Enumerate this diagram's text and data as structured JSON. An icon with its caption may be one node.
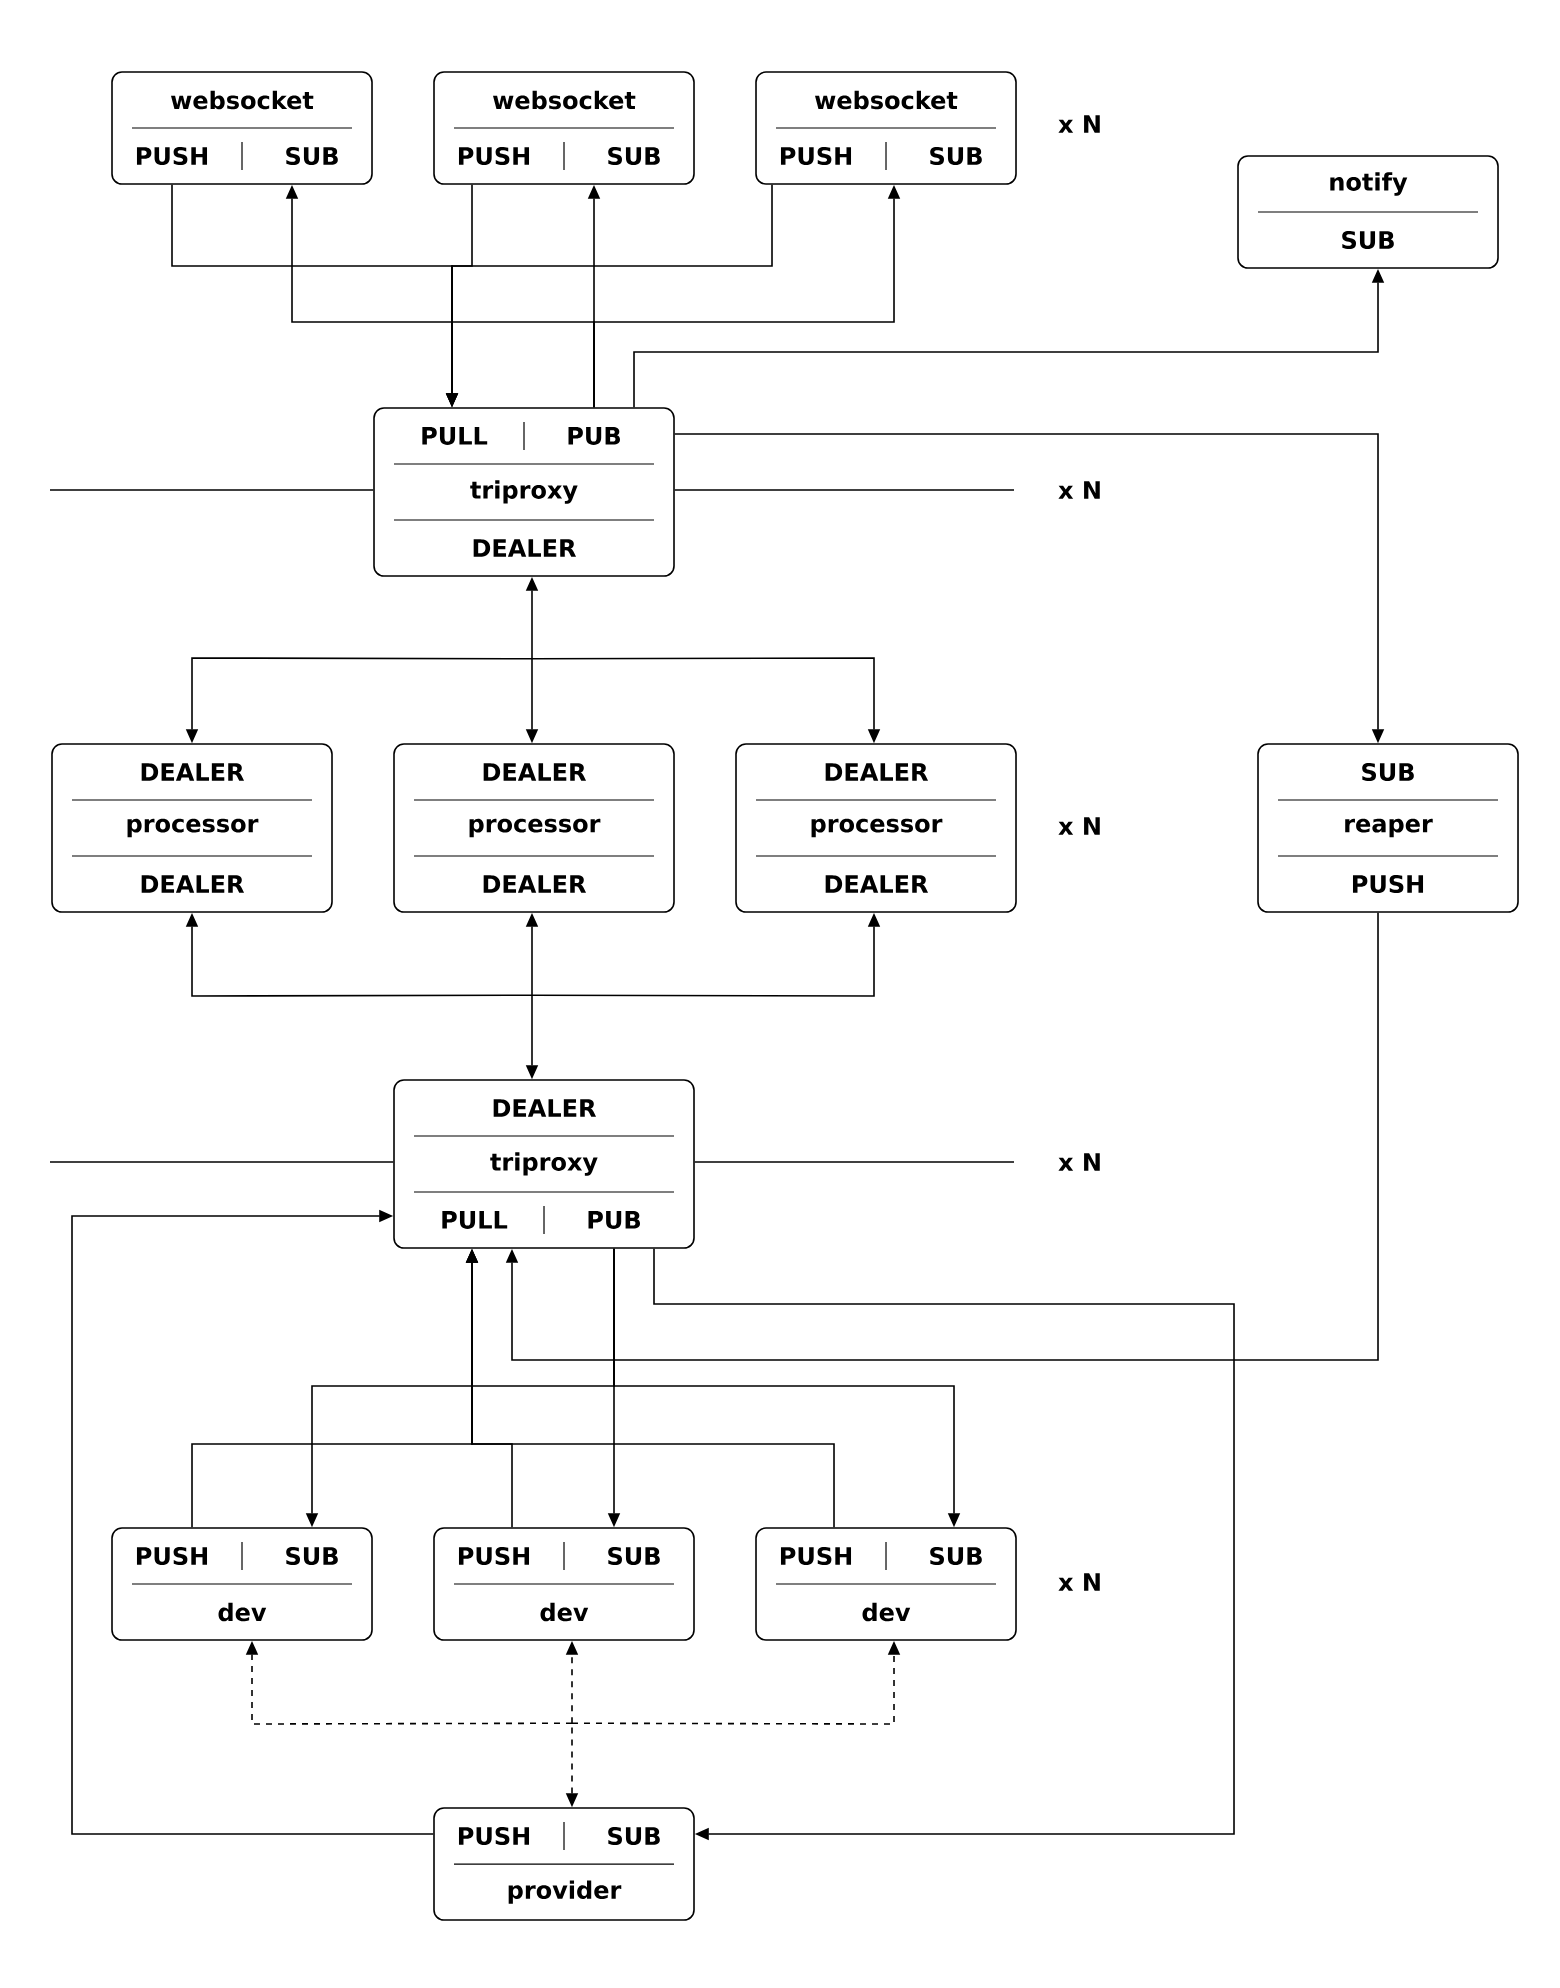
{
  "diagram": {
    "nodes": [
      {
        "text": [
          "websocket",
          "PUSH",
          "SUB"
        ]
      },
      {
        "text": [
          "websocket",
          "PUSH",
          "SUB"
        ]
      },
      {
        "text": [
          "websocket",
          "PUSH",
          "SUB"
        ]
      },
      {
        "text": [
          "notify",
          "SUB"
        ]
      },
      {
        "text": [
          "PULL",
          "PUB",
          "triproxy",
          "DEALER"
        ]
      },
      {
        "text": [
          "DEALER",
          "processor",
          "DEALER"
        ]
      },
      {
        "text": [
          "DEALER",
          "processor",
          "DEALER"
        ]
      },
      {
        "text": [
          "DEALER",
          "processor",
          "DEALER"
        ]
      },
      {
        "text": [
          "SUB",
          "reaper",
          "PUSH"
        ]
      },
      {
        "text": [
          "DEALER",
          "triproxy",
          "PULL",
          "PUB"
        ]
      },
      {
        "text": [
          "PUSH",
          "SUB",
          "dev"
        ]
      },
      {
        "text": [
          "PUSH",
          "SUB",
          "dev"
        ]
      },
      {
        "text": [
          "PUSH",
          "SUB",
          "dev"
        ]
      },
      {
        "text": [
          "PUSH",
          "SUB",
          "provider"
        ]
      }
    ],
    "edges": [
      {
        "from": 0,
        "to": 4,
        "arrow": "to"
      },
      {
        "from": 1,
        "to": 4,
        "arrow": "to"
      },
      {
        "from": 2,
        "to": 4,
        "arrow": "to"
      },
      {
        "from": 4,
        "to": 0,
        "arrow": "to"
      },
      {
        "from": 4,
        "to": 1,
        "arrow": "to"
      },
      {
        "from": 4,
        "to": 2,
        "arrow": "to"
      },
      {
        "from": 4,
        "to": 3,
        "arrow": "to"
      },
      {
        "from": 4,
        "to": 8,
        "arrow": "to"
      },
      {
        "from": null,
        "to": 4,
        "arrow": "none"
      },
      {
        "from": 4,
        "to": null,
        "arrow": "none"
      },
      {
        "from": 4,
        "to": 5,
        "arrow": "both"
      },
      {
        "from": 4,
        "to": 6,
        "arrow": "both"
      },
      {
        "from": 4,
        "to": 7,
        "arrow": "both"
      },
      {
        "from": 5,
        "to": 9,
        "arrow": "both"
      },
      {
        "from": 6,
        "to": 9,
        "arrow": "both"
      },
      {
        "from": 7,
        "to": 9,
        "arrow": "both"
      },
      {
        "from": 8,
        "to": 9,
        "arrow": "to"
      },
      {
        "from": null,
        "to": 9,
        "arrow": "none"
      },
      {
        "from": 9,
        "to": null,
        "arrow": "none"
      },
      {
        "from": 9,
        "to": 10,
        "arrow": "to"
      },
      {
        "from": 9,
        "to": 11,
        "arrow": "to"
      },
      {
        "from": 9,
        "to": 12,
        "arrow": "to"
      },
      {
        "from": 10,
        "to": 9,
        "arrow": "to"
      },
      {
        "from": 11,
        "to": 9,
        "arrow": "to"
      },
      {
        "from": 12,
        "to": 9,
        "arrow": "to"
      },
      {
        "from": 9,
        "to": 13,
        "arrow": "to"
      },
      {
        "from": 13,
        "to": 9,
        "arrow": "to"
      },
      {
        "from": 13,
        "to": 10,
        "arrow": "both",
        "style": "dashed"
      },
      {
        "from": 13,
        "to": 11,
        "arrow": "both",
        "style": "dashed"
      },
      {
        "from": 13,
        "to": 12,
        "arrow": "both",
        "style": "dashed"
      }
    ],
    "labels": [
      "x N",
      "x N",
      "x N",
      "x N",
      "x N"
    ]
  }
}
